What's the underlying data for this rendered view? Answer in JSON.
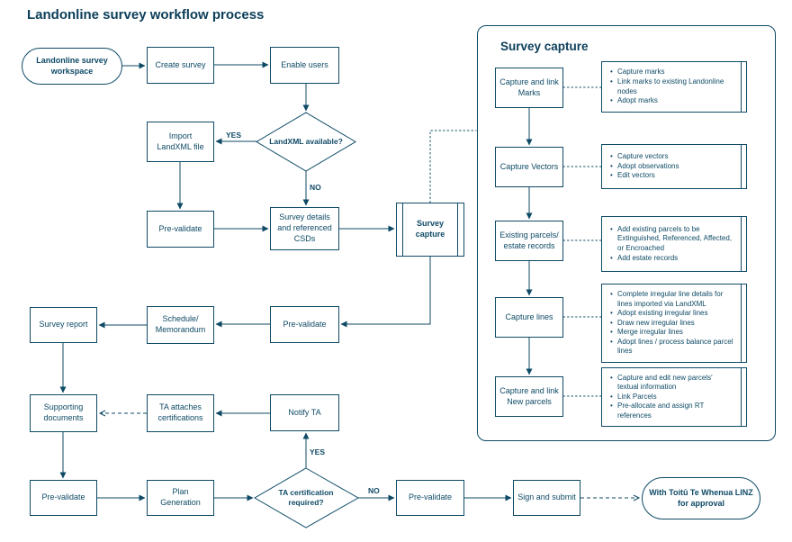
{
  "header": {
    "title": "Landonline survey workflow process"
  },
  "colors": {
    "ink": "#0e4a66"
  },
  "flow": {
    "workspace": "Landonline survey workspace",
    "create_survey": "Create survey",
    "enable_users": "Enable users",
    "landxml_available": "LandXML available?",
    "yes1": "YES",
    "no1": "NO",
    "import_landxml": "Import LandXML file",
    "pre_validate_1": "Pre-validate",
    "survey_details": "Survey details and referenced CSDs",
    "survey_capture": "Survey capture",
    "pre_validate_2": "Pre-validate",
    "schedule_memorandum": "Schedule/ Memorandum",
    "survey_report": "Survey report",
    "supporting_documents": "Supporting documents",
    "ta_attaches_certifications": "TA attaches certifications",
    "notify_ta": "Notify TA",
    "pre_validate_3": "Pre-validate",
    "plan_generation": "Plan Generation",
    "ta_certification_required": "TA certification required?",
    "yes2": "YES",
    "no2": "NO",
    "pre_validate_4": "Pre-validate",
    "sign_and_submit": "Sign and submit",
    "linz_approval": "With Toitū Te Whenua LINZ for approval"
  },
  "panel": {
    "title": "Survey capture",
    "steps": [
      {
        "label": "Capture and link Marks",
        "bullets": [
          "Capture marks",
          "Link marks to existing Landonline nodes",
          "Adopt marks"
        ]
      },
      {
        "label": "Capture Vectors",
        "bullets": [
          "Capture vectors",
          "Adopt observations",
          "Edit vectors"
        ]
      },
      {
        "label": "Existing parcels/ estate records",
        "bullets": [
          "Add existing parcels to be Extinguished, Referenced, Affected, or Encroached",
          "Add estate records"
        ]
      },
      {
        "label": "Capture lines",
        "bullets": [
          "Complete irregular line details for lines imported via LandXML",
          "Adopt existing irregular lines",
          "Draw new irregular lines",
          "Merge irregular lines",
          "Adopt lines / process balance parcel lines"
        ]
      },
      {
        "label": "Capture and link New parcels",
        "bullets": [
          "Capture and edit new parcels' textual information",
          "Link Parcels",
          "Pre-allocate and assign RT references"
        ]
      }
    ]
  }
}
